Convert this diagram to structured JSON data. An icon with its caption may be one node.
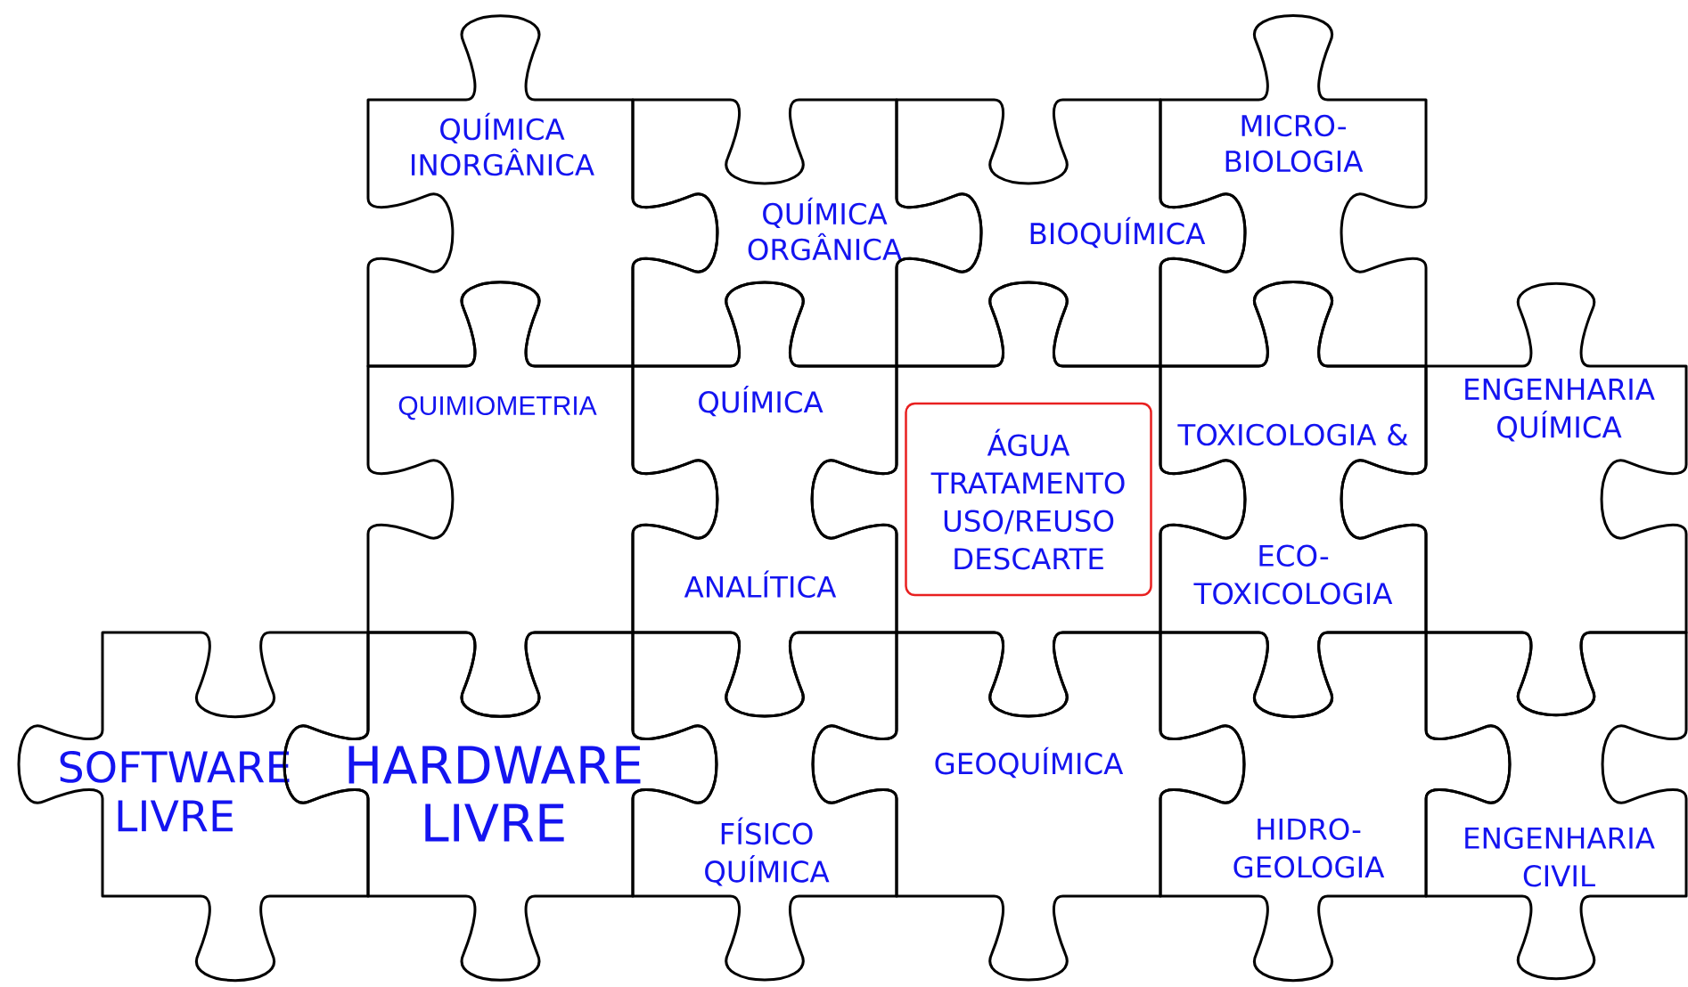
{
  "diagram": {
    "nodes": [
      {
        "text": [
          "QUÍMICA INORGÂNICA"
        ]
      },
      {
        "text": [
          "QUÍMICA ORGÂNICA"
        ]
      },
      {
        "text": [
          "BIOQUÍMICA"
        ]
      },
      {
        "text": [
          "MICRO- BIOLOGIA"
        ]
      },
      {
        "text": [
          "QUIMIOMETRIA"
        ]
      },
      {
        "text": [
          "QUÍMICA ANALÍTICA"
        ]
      },
      {
        "text": [],
        "shape": "box"
      },
      {
        "text": [
          "ÁGUA TRATAMENTO USO/REUSO DESCARTE"
        ],
        "in": 6
      },
      {
        "text": [
          "TOXICOLOGIA &",
          "ECO- TOXICOLOGIA"
        ]
      },
      {
        "text": [
          "ENGENHARIA QUÍMICA"
        ]
      },
      {
        "text": [
          "SOFTWARE LIVRE"
        ]
      },
      {
        "text": [
          "HARDWARE LIVRE"
        ]
      },
      {
        "text": [
          "FÍSICO QUÍMICA"
        ]
      },
      {
        "text": [
          "GEOQUÍMICA"
        ]
      },
      {
        "text": [
          "HIDRO- GEOLOGIA"
        ]
      },
      {
        "text": [
          "ENGENHARIA CIVIL"
        ]
      }
    ]
  }
}
